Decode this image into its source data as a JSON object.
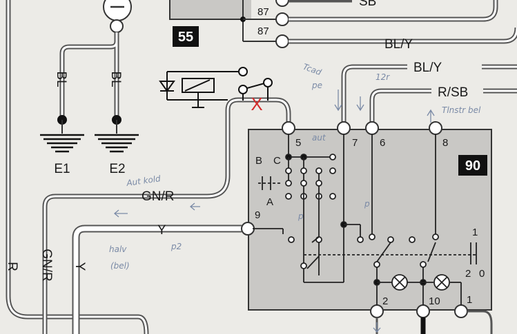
{
  "module_55": {
    "label": "55",
    "pins": [
      "87",
      "87"
    ],
    "top_wire": "SB"
  },
  "module_90": {
    "label": "90"
  },
  "grounds": [
    {
      "wire": "BL",
      "label": "E1"
    },
    {
      "wire": "BL",
      "label": "E2"
    }
  ],
  "wires": {
    "bl_y_upper": "BL/Y",
    "bl_y_lower": "BL/Y",
    "r_sb": "R/SB",
    "gn_r": "GN/R",
    "y": "Y",
    "gn_r_vertical": "GN/R",
    "y_vertical": "Y",
    "r_vertical": "R"
  },
  "pins_90": {
    "p5": "5",
    "p7": "7",
    "p6": "6",
    "p8": "8",
    "p9": "9",
    "p2": "2",
    "p10": "10",
    "p1": "1",
    "sw_b": "B",
    "sw_c": "C",
    "sw_a": "A",
    "pos_1": "1",
    "pos_2": "2",
    "pos_0": "0"
  },
  "added_relay": {
    "mark": "X",
    "mark_color": "#d42a2a"
  },
  "colors": {
    "box": "#c9c8c5",
    "wire": "#333333",
    "sheath": "#ffffff",
    "note": "#7a8aa6"
  },
  "handwritten_notes": {
    "n1": "Tcad",
    "n2": "pe",
    "n3": "12r",
    "n4": "Tlnstr bel",
    "n5": "aut",
    "n6": "Aut kold",
    "n7": "halv",
    "n8": "(bel)",
    "n9": "p2",
    "n10": "p",
    "n11": "p"
  }
}
